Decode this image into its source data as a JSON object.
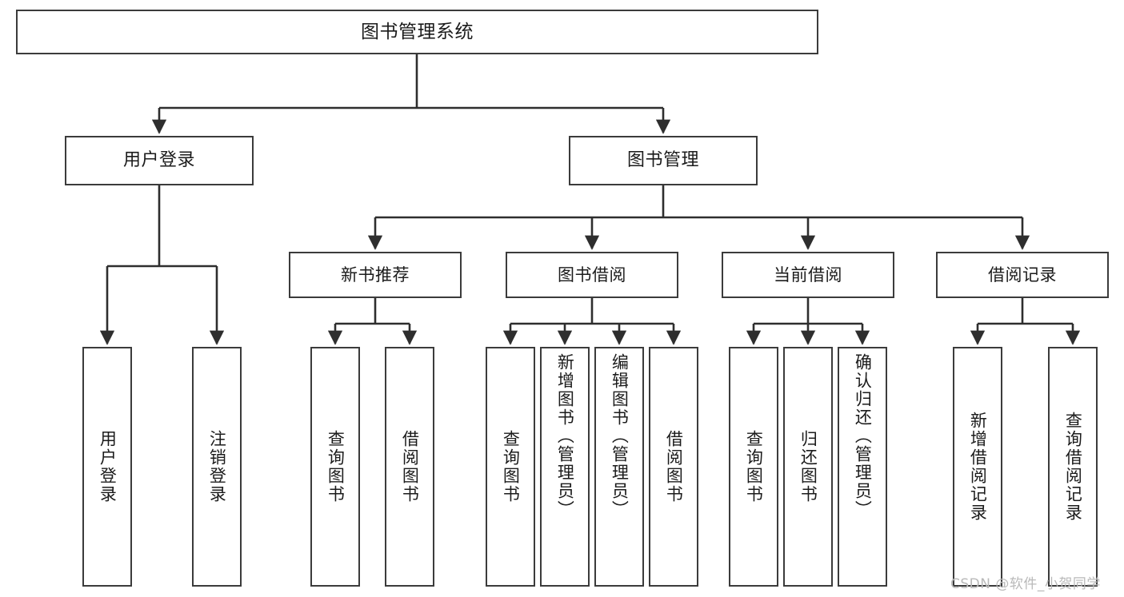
{
  "diagram": {
    "title": "图书管理系统",
    "type": "tree",
    "watermark": "CSDN @软件_小贺同学",
    "colors": {
      "stroke": "#3b3b3b",
      "text": "#1b1b1b",
      "background": "#ffffff",
      "watermark": "#b9b9b9"
    },
    "nodes": {
      "root": {
        "label": "图书管理系统"
      },
      "level2": [
        {
          "id": "user-login",
          "label": "用户登录"
        },
        {
          "id": "book-manage",
          "label": "图书管理"
        }
      ],
      "level3": [
        {
          "id": "new-book-recommend",
          "label": "新书推荐"
        },
        {
          "id": "book-borrow",
          "label": "图书借阅"
        },
        {
          "id": "current-borrow",
          "label": "当前借阅"
        },
        {
          "id": "borrow-record",
          "label": "借阅记录"
        }
      ],
      "leaves": [
        {
          "id": "leaf-user-login",
          "label": "用户登录",
          "parent": "user-login"
        },
        {
          "id": "leaf-logout-login",
          "label": "注销登录",
          "parent": "user-login"
        },
        {
          "id": "leaf-query-book-1",
          "label": "查询图书",
          "parent": "new-book-recommend"
        },
        {
          "id": "leaf-borrow-book-1",
          "label": "借阅图书",
          "parent": "new-book-recommend"
        },
        {
          "id": "leaf-query-book-2",
          "label": "查询图书",
          "parent": "book-borrow"
        },
        {
          "id": "leaf-add-book",
          "label": "新增图书（管理员）",
          "parent": "book-borrow"
        },
        {
          "id": "leaf-edit-book",
          "label": "编辑图书（管理员）",
          "parent": "book-borrow"
        },
        {
          "id": "leaf-borrow-book-2",
          "label": "借阅图书",
          "parent": "book-borrow"
        },
        {
          "id": "leaf-query-book-3",
          "label": "查询图书",
          "parent": "current-borrow"
        },
        {
          "id": "leaf-return-book",
          "label": "归还图书",
          "parent": "current-borrow"
        },
        {
          "id": "leaf-confirm-return",
          "label": "确认归还（管理员）",
          "parent": "current-borrow"
        },
        {
          "id": "leaf-add-record",
          "label": "新增借阅记录",
          "parent": "borrow-record"
        },
        {
          "id": "leaf-query-record",
          "label": "查询借阅记录",
          "parent": "borrow-record"
        }
      ]
    }
  }
}
